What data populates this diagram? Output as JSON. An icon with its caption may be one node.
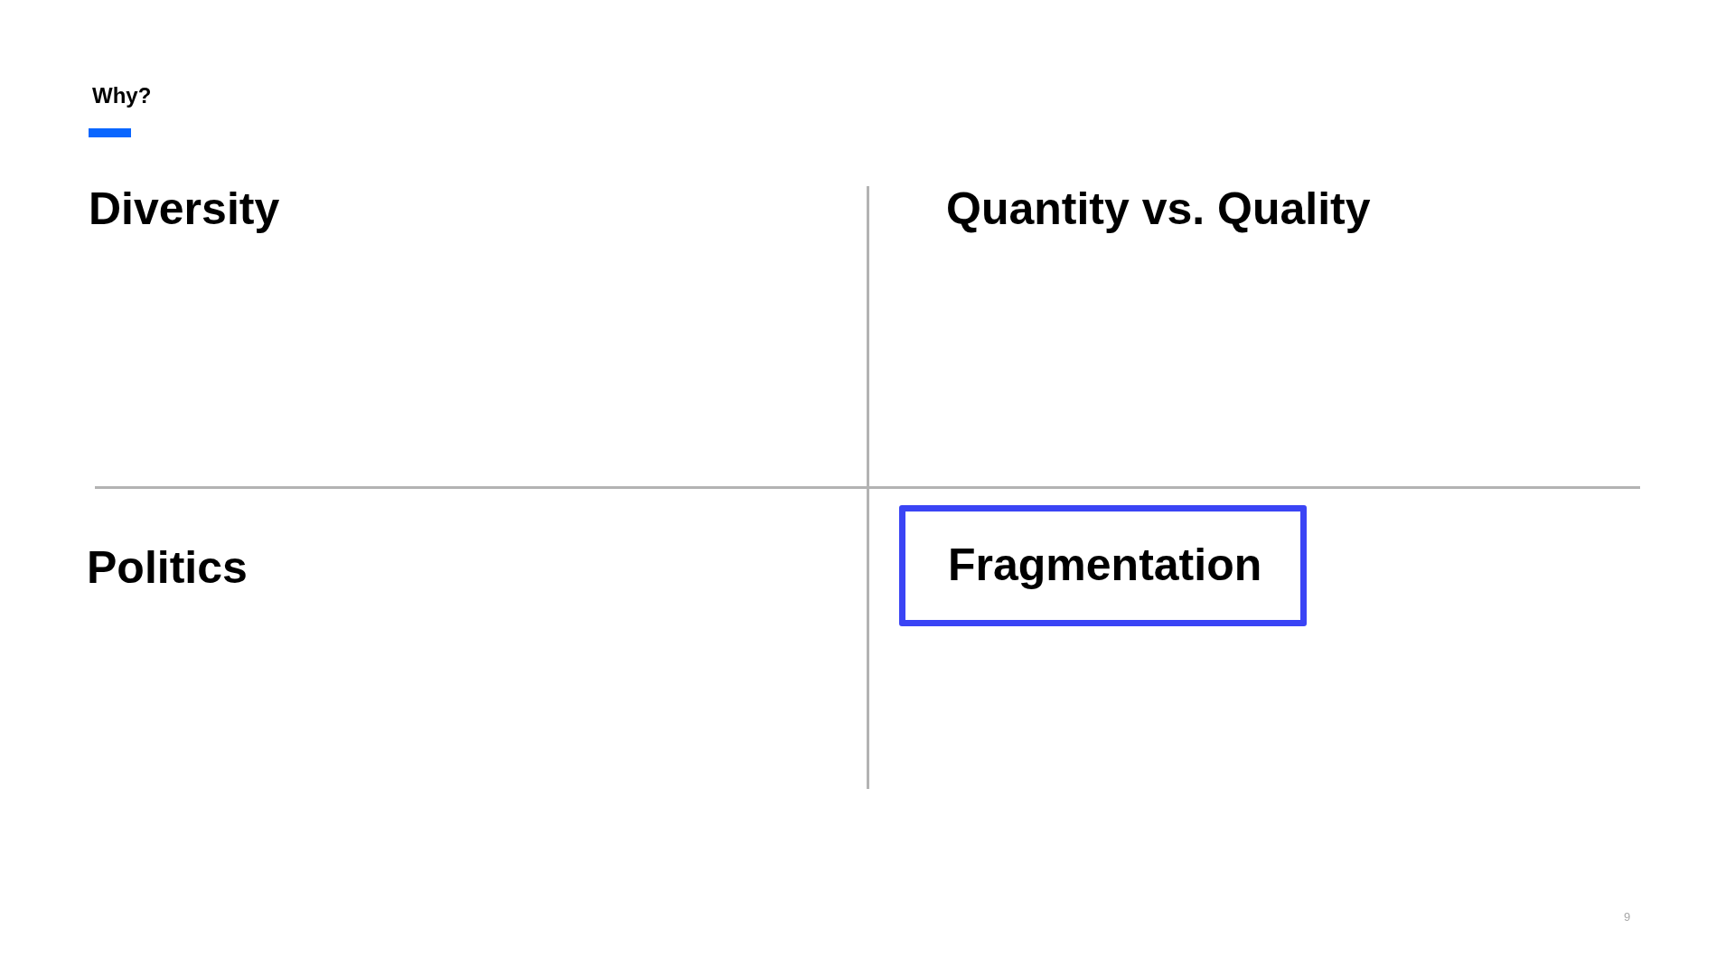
{
  "diagram": {
    "title": "Why?",
    "nodes": [
      {
        "text": [
          "Fragmentation"
        ]
      }
    ],
    "labels": [
      "Diversity",
      "Quantity vs. Quality",
      "Politics",
      "9"
    ]
  }
}
